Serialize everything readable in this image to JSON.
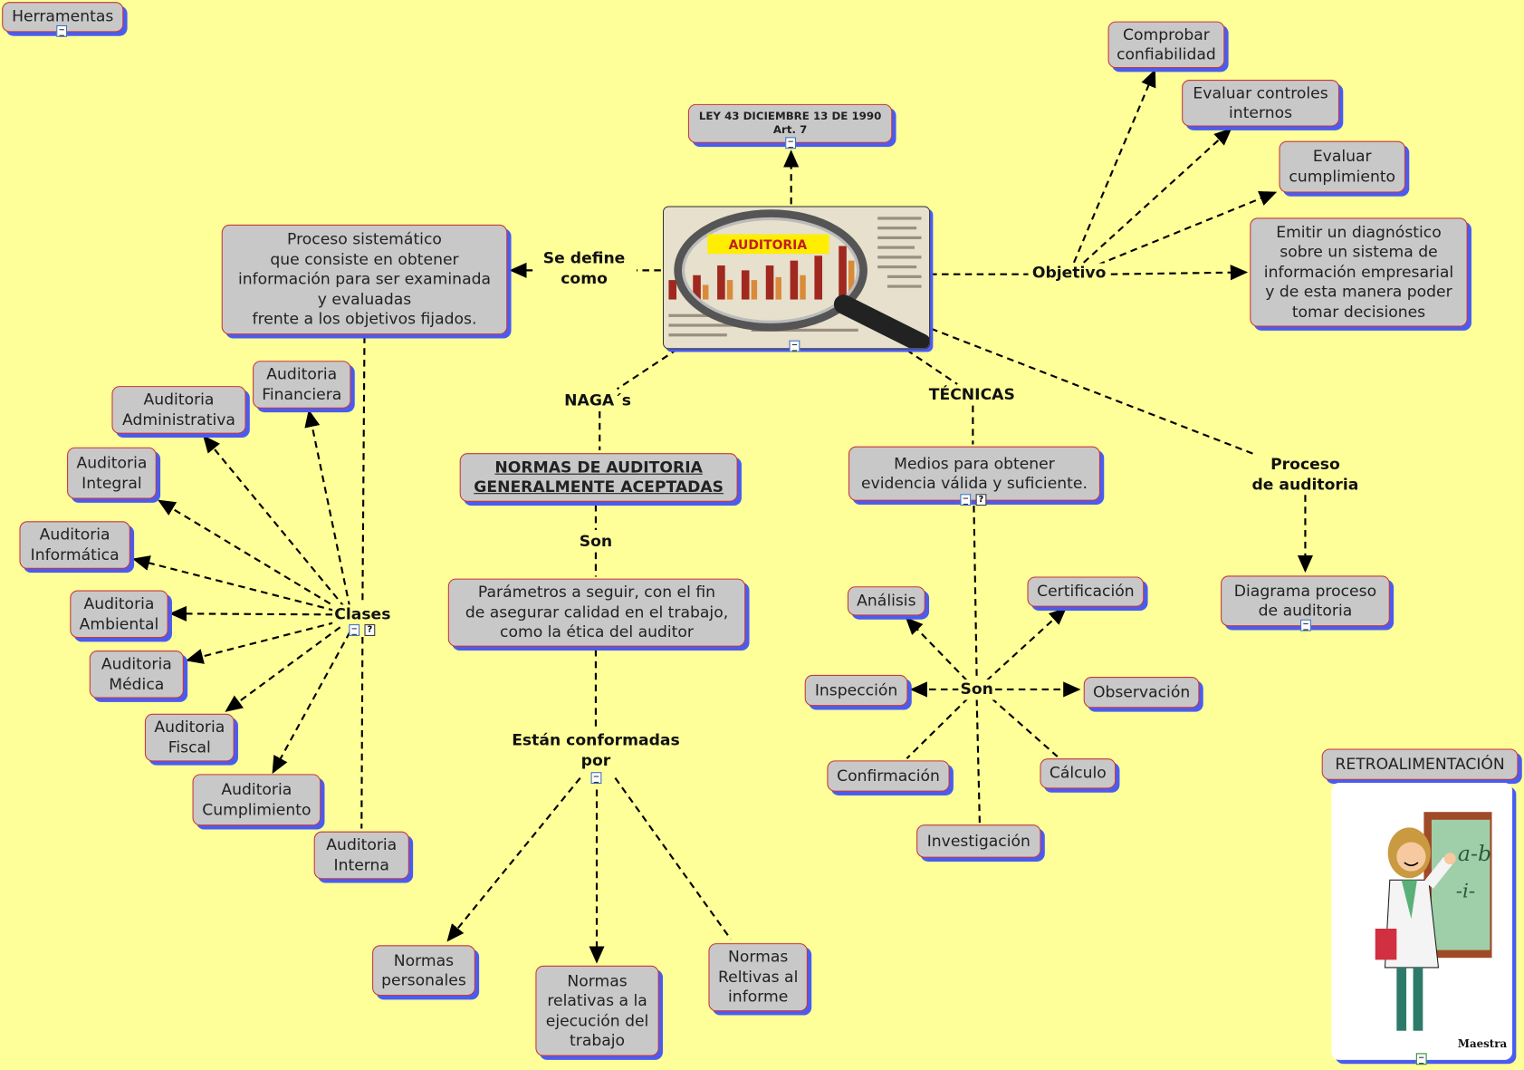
{
  "colors": {
    "background": "#ffff99",
    "node_fill": "#c8c8c8",
    "node_border": "#c83838",
    "node_shadow": "#4a5cf0"
  },
  "nodes": {
    "herramentas": "Herramentas",
    "ley": "LEY 43 DICIEMBRE 13 DE 1990\nArt. 7",
    "comprobar": "Comprobar\nconfiabilidad",
    "evaluar_controles": "Evaluar controles\ninternos",
    "evaluar_cumplimiento": "Evaluar\ncumplimiento",
    "emitir": "Emitir un diagnóstico\nsobre un sistema de\ninformación empresarial\ny de esta manera poder\ntomar decisiones",
    "proceso_sistematico": "Proceso sistemático\nque consiste en obtener\ninformación para ser examinada\ny evaluadas\nfrente a los objetivos fijados.",
    "normas": "NORMAS DE AUDITORIA \nGENERALMENTE ACEPTADAS",
    "medios": "Medios para obtener\nevidencia válida y suficiente.",
    "parametros": "Parámetros a seguir, con el fin\nde asegurar calidad en el trabajo,\ncomo la ética del auditor",
    "analisis": "Análisis",
    "certificacion": "Certificación",
    "inspeccion": "Inspección",
    "observacion": "Observación",
    "confirmacion": "Confirmación",
    "calculo": "Cálculo",
    "investigacion": "Investigación",
    "diagrama": "Diagrama proceso\nde auditoria",
    "retroalimentacion": "RETROALIMENTACIÓN",
    "normas_personales": "Normas\npersonales",
    "normas_ejecucion": "Normas\nrelativas a la\nejecución del\ntrabajo",
    "normas_informe": "Normas\nReltivas al\ninforme",
    "aud_financiera": "Auditoria\nFinanciera",
    "aud_administrativa": "Auditoria\nAdministrativa",
    "aud_integral": "Auditoria\nIntegral",
    "aud_informatica": "Auditoria\nInformática",
    "aud_ambiental": "Auditoria\nAmbiental",
    "aud_medica": "Auditoria\nMédica",
    "aud_fiscal": "Auditoria\nFiscal",
    "aud_cumplimiento": "Auditoria\nCumplimiento",
    "aud_interna": "Auditoria\nInterna"
  },
  "links": {
    "se_define": "Se define\ncomo",
    "objetivo": "Objetivo",
    "nagas": "NAGA´s",
    "tecnicas": "TÉCNICAS",
    "proceso_auditoria": "Proceso\nde auditoria",
    "son1": "Son",
    "son2": "Son",
    "estan": "Están conformadas\npor",
    "clases": "Clases"
  },
  "images": {
    "center_banner": "AUDITORIA",
    "teacher_caption": "Maestra"
  }
}
